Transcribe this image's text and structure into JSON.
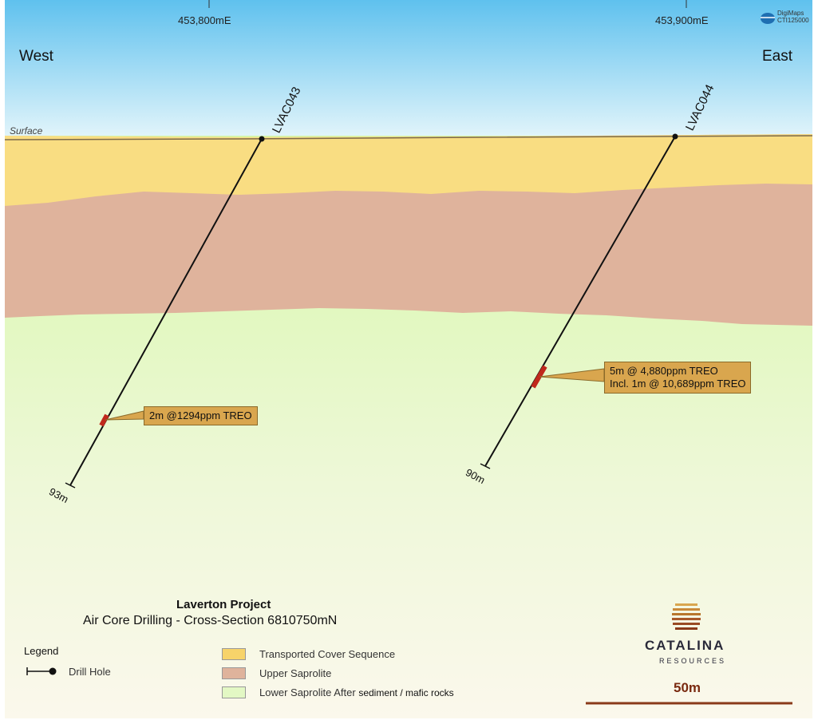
{
  "coordinates": {
    "left": "453,800mE",
    "right": "453,900mE"
  },
  "directions": {
    "west": "West",
    "east": "East"
  },
  "surface_label": "Surface",
  "drill_holes": [
    {
      "name": "LVAC043",
      "depth_label": "93m",
      "intercept": "2m @1294ppm TREO"
    },
    {
      "name": "LVAC044",
      "depth_label": "90m",
      "intercept_line1": "5m @ 4,880ppm TREO",
      "intercept_line2": "Incl. 1m @ 10,689ppm TREO"
    }
  ],
  "title": {
    "line1": "Laverton Project",
    "line2": "Air Core Drilling - Cross-Section 6810750mN"
  },
  "legend": {
    "title": "Legend",
    "drill_hole": "Drill Hole",
    "units": [
      {
        "label": "Transported Cover Sequence",
        "color": "#f7d36a"
      },
      {
        "label": "Upper Saprolite",
        "color": "#dfb39c"
      },
      {
        "label": "Lower Saprolite After",
        "suffix": "sediment / mafic rocks",
        "color": "#e3f8c4"
      }
    ]
  },
  "logo": {
    "name": "CATALINA",
    "sub": "RESOURCES"
  },
  "digimaps": {
    "line1": "DigiMaps",
    "line2": "CTI125000"
  },
  "scale_bar": {
    "label": "50m"
  },
  "colors": {
    "sky_top": "#5fc1ee",
    "sky_bottom": "#e6f6fb",
    "intercept": "#c0281c",
    "callout": "#d9a64e",
    "scale_bar": "#8a3a1a"
  }
}
